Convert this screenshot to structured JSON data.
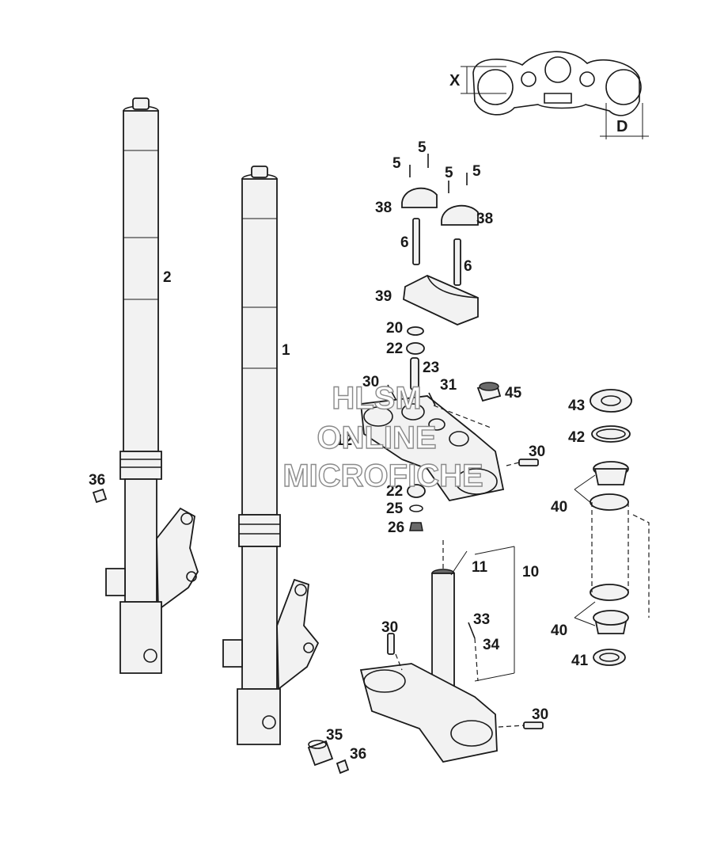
{
  "dimension_labels": {
    "x": "X",
    "d": "D"
  },
  "callouts": {
    "c1": "1",
    "c2": "2",
    "c5a": "5",
    "c5b": "5",
    "c5c": "5",
    "c5d": "5",
    "c6a": "6",
    "c6b": "6",
    "c10": "10",
    "c11": "11",
    "c12": "12",
    "c20": "20",
    "c22a": "22",
    "c22b": "22",
    "c23": "23",
    "c25": "25",
    "c26": "26",
    "c30a": "30",
    "c30b": "30",
    "c30c": "30",
    "c30d": "30",
    "c31": "31",
    "c33": "33",
    "c34": "34",
    "c35": "35",
    "c36a": "36",
    "c36b": "36",
    "c38a": "38",
    "c38b": "38",
    "c39": "39",
    "c40a": "40",
    "c40b": "40",
    "c41": "41",
    "c42": "42",
    "c43": "43",
    "c45": "45"
  },
  "watermark": {
    "line1": "HLSM",
    "line2": "ONLINE",
    "line3": "MICROFICHE"
  }
}
